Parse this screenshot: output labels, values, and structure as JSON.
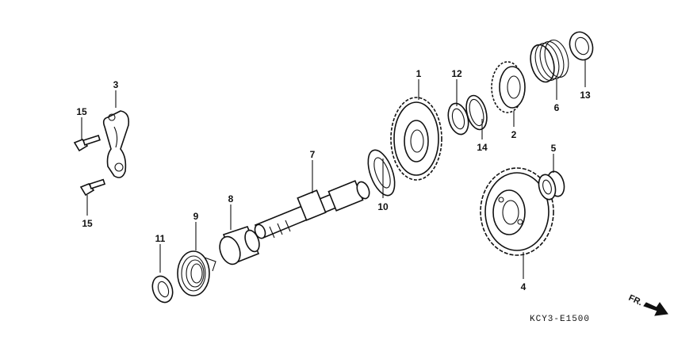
{
  "callouts": {
    "c1": "1",
    "c2": "2",
    "c3": "3",
    "c4": "4",
    "c5": "5",
    "c6": "6",
    "c7": "7",
    "c8": "8",
    "c9": "9",
    "c10": "10",
    "c11": "11",
    "c12": "12",
    "c13": "13",
    "c14": "14",
    "c15a": "15",
    "c15b": "15"
  },
  "diagram_code": "KCY3-E1500",
  "direction_label": "FR.",
  "colors": {
    "line": "#111111",
    "background": "#ffffff"
  }
}
